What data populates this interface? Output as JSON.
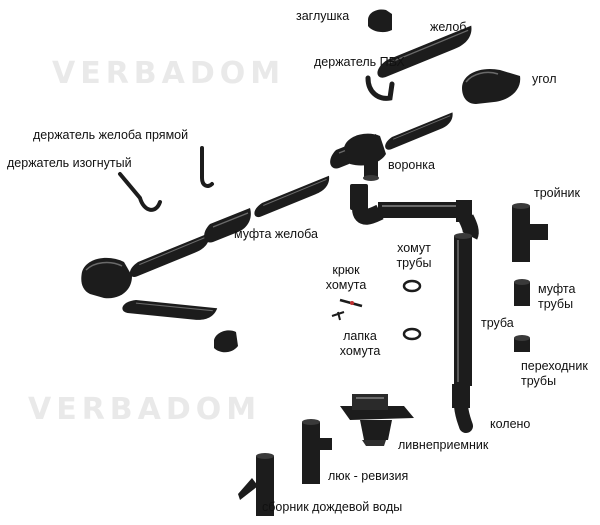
{
  "watermark": "VERBADOM",
  "colors": {
    "part": "#1c1c1c",
    "part_highlight": "#6a6a6a",
    "label": "#111111",
    "watermark": "#e9e9e9"
  },
  "labels": {
    "plug": "заглушка",
    "gutter": "желоб",
    "pvc_holder": "держатель ПВХ",
    "corner": "угол",
    "holder_straight": "держатель желоба прямой",
    "holder_bent": "держатель изогнутый",
    "funnel": "воронка",
    "gutter_coupling": "муфта желоба",
    "tee": "тройник",
    "pipe_clamp_l1": "хомут",
    "pipe_clamp_l2": "трубы",
    "clamp_hook_l1": "крюк",
    "clamp_hook_l2": "хомута",
    "pipe_coupling_l1": "муфта",
    "pipe_coupling_l2": "трубы",
    "pipe": "труба",
    "clamp_foot_l1": "лапка",
    "clamp_foot_l2": "хомута",
    "adapter_l1": "переходник",
    "adapter_l2": "трубы",
    "elbow": "колено",
    "storm_inlet": "ливнеприемник",
    "inspection_hatch": "люк - ревизия",
    "rainwater_collector": "сборник дождевой воды"
  }
}
